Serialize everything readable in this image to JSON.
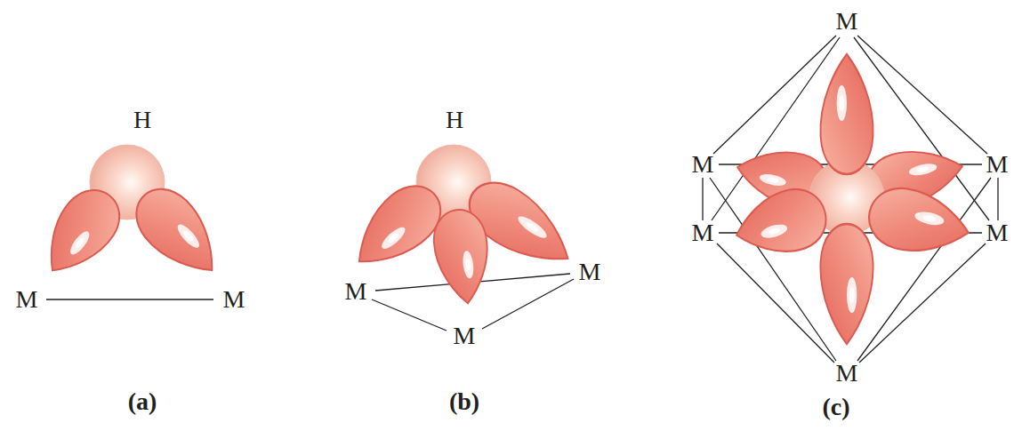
{
  "diagram": {
    "labels": [
      "H",
      "M",
      "M",
      "(a)",
      "H",
      "M",
      "M",
      "M",
      "(b)",
      "M",
      "M",
      "M",
      "M",
      "M",
      "M",
      "(c)"
    ]
  }
}
